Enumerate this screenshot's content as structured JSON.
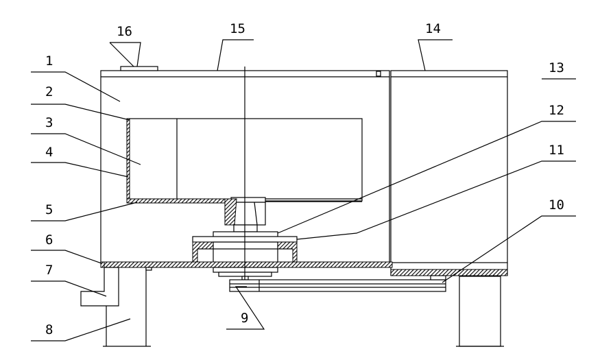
{
  "diagram": {
    "labels": [
      "1",
      "2",
      "3",
      "4",
      "5",
      "6",
      "7",
      "8",
      "9",
      "10",
      "11",
      "12",
      "13",
      "14",
      "15",
      "16"
    ],
    "colors": {
      "line": "#000000",
      "background": "#ffffff"
    }
  }
}
